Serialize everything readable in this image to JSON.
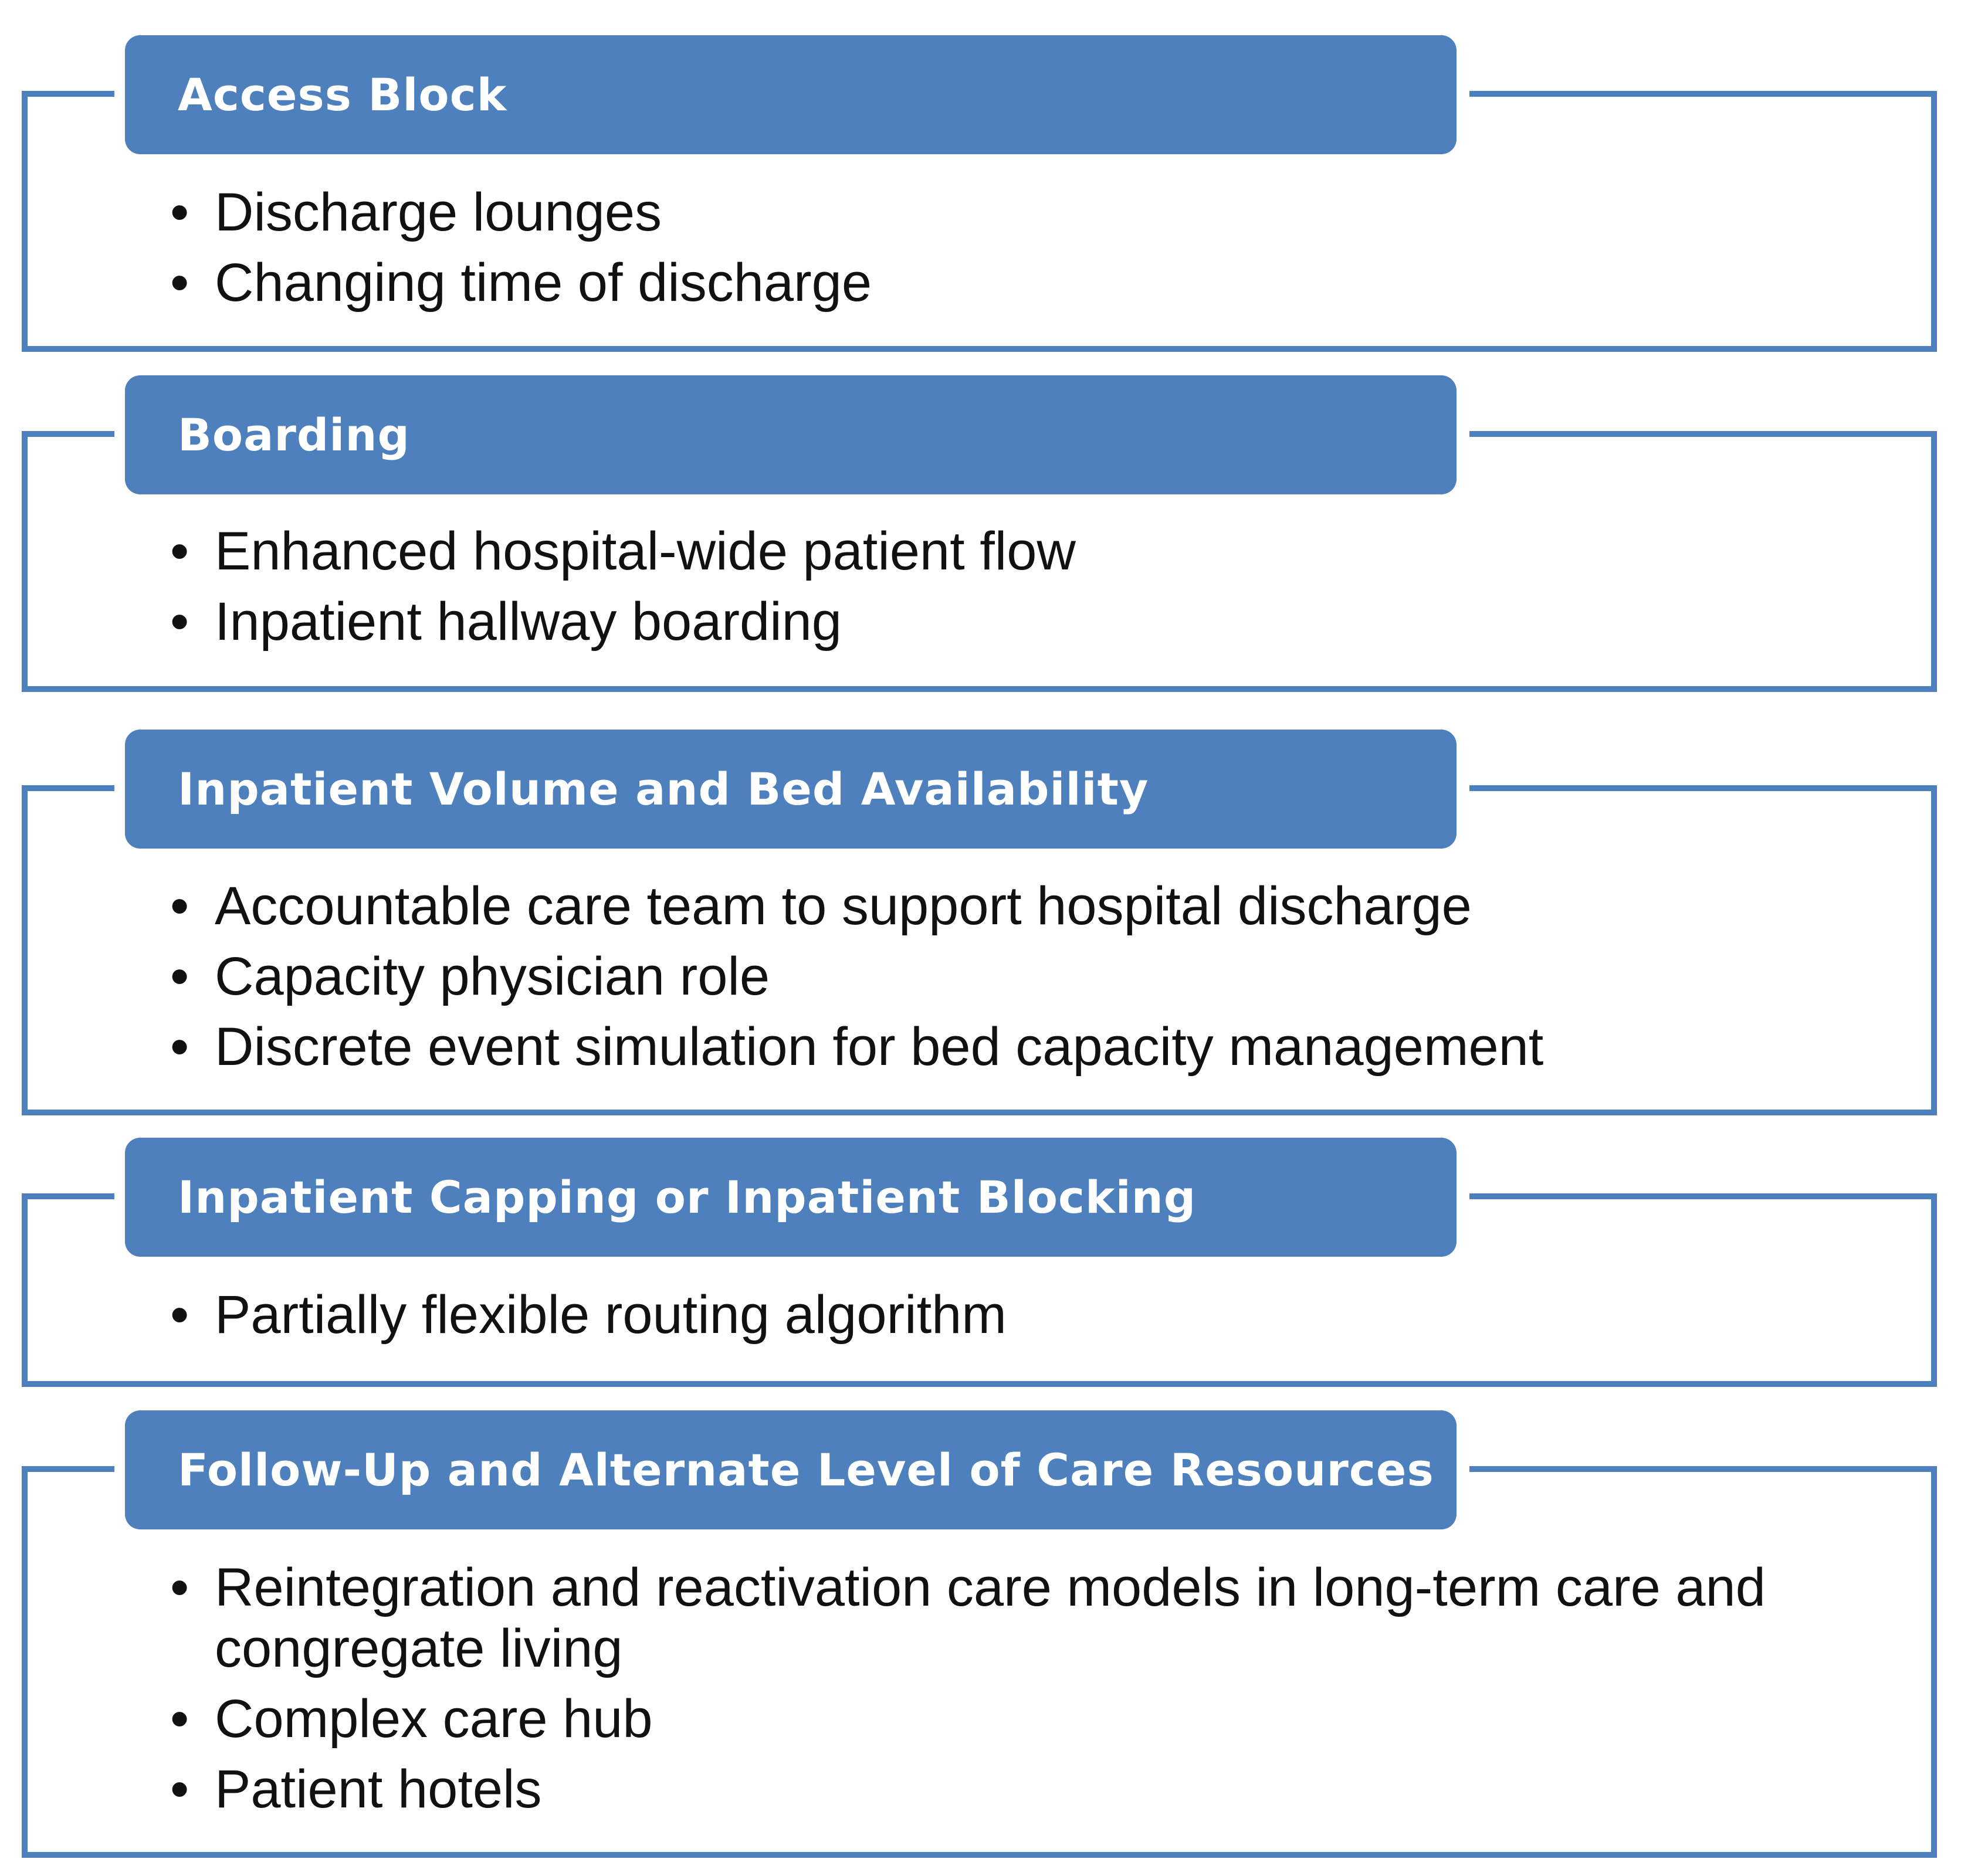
{
  "diagram": {
    "accent_color": "#4e80bd",
    "bullet_glyph": "•",
    "sections": [
      {
        "title": "Access Block",
        "items": [
          "Discharge lounges",
          "Changing time of discharge"
        ]
      },
      {
        "title": "Boarding",
        "items": [
          "Enhanced hospital-wide patient flow",
          "Inpatient hallway boarding"
        ]
      },
      {
        "title": "Inpatient Volume and Bed Availability",
        "items": [
          "Accountable care team to support hospital discharge",
          "Capacity physician role",
          "Discrete event simulation for bed capacity management"
        ]
      },
      {
        "title": "Inpatient Capping or Inpatient Blocking",
        "items": [
          "Partially flexible routing algorithm"
        ]
      },
      {
        "title": "Follow-Up and Alternate Level of Care Resources",
        "items": [
          "Reintegration and reactivation care models in long-term care and congregate living",
          "Complex care hub",
          "Patient hotels"
        ]
      }
    ]
  }
}
